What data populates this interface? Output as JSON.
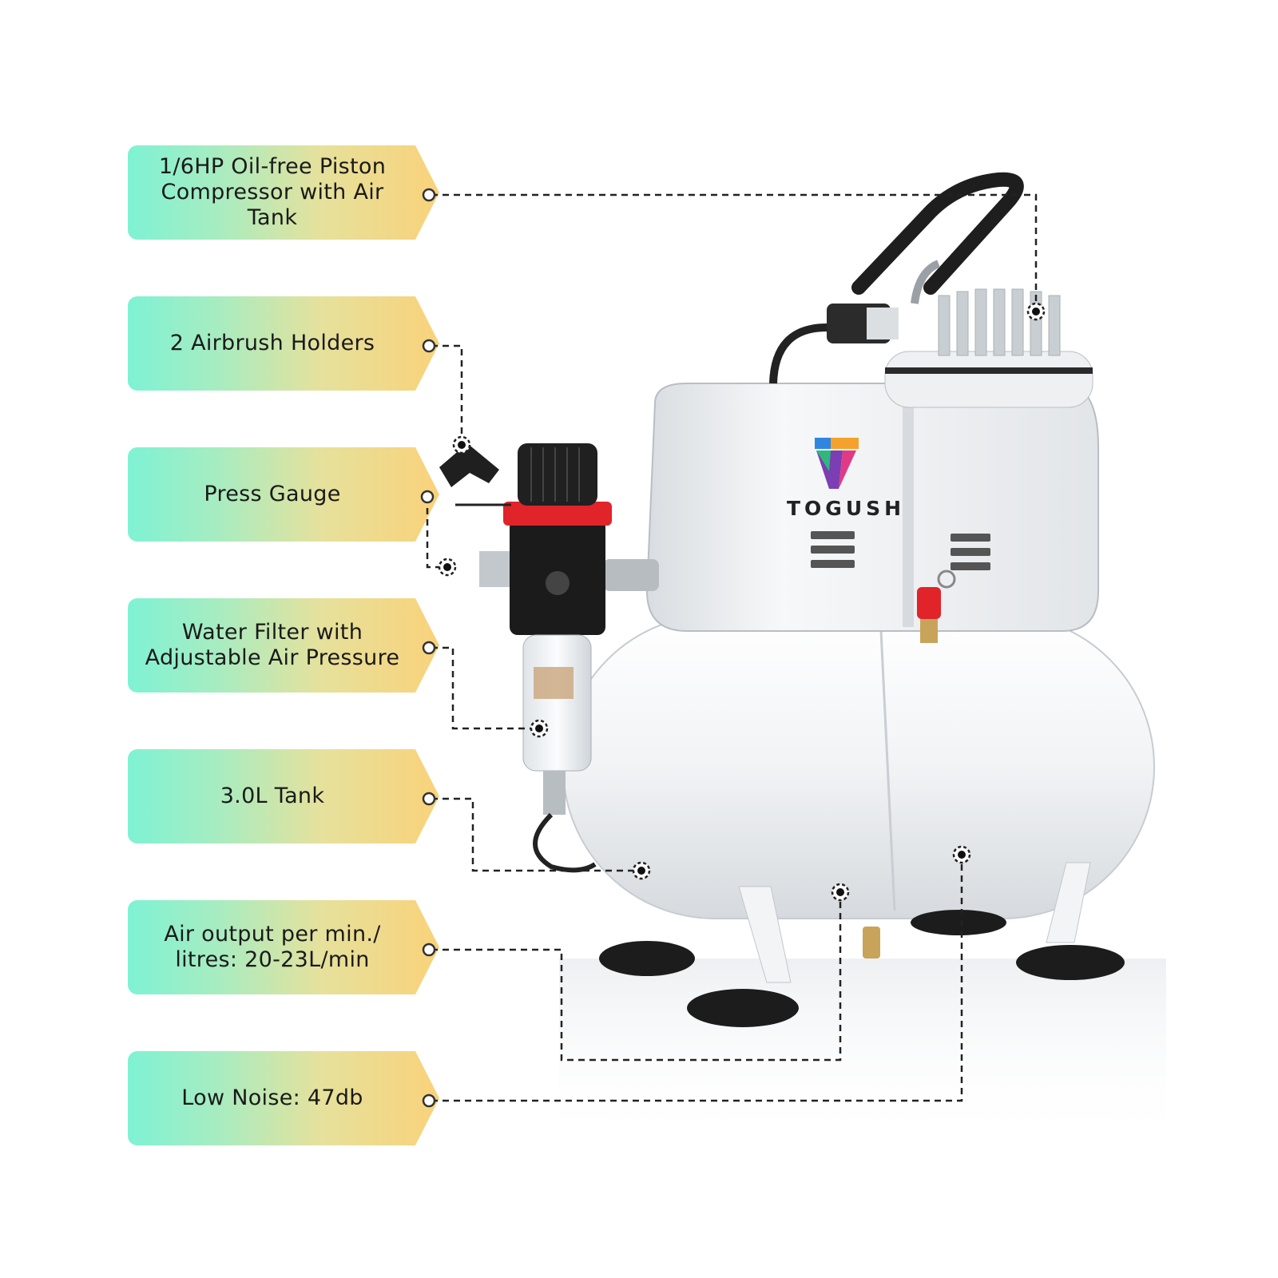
{
  "brand": {
    "name": "TOGUSH"
  },
  "callouts": [
    {
      "id": "compressor",
      "label": "1/6HP Oil-free Piston Compressor with Air Tank"
    },
    {
      "id": "holders",
      "label": "2 Airbrush Holders"
    },
    {
      "id": "gauge",
      "label": "Press Gauge"
    },
    {
      "id": "filter",
      "label": "Water Filter with Adjustable Air Pressure"
    },
    {
      "id": "tank",
      "label": "3.0L Tank"
    },
    {
      "id": "output",
      "label": "Air output per min./ litres: 20-23L/min"
    },
    {
      "id": "noise",
      "label": "Low Noise: 47db"
    }
  ],
  "colors": {
    "tag_left": "#7ef2d4",
    "tag_right": "#f9d27a",
    "leader_line": "#222222",
    "body_white": "#eef0f2",
    "valve_red": "#e0242a"
  }
}
